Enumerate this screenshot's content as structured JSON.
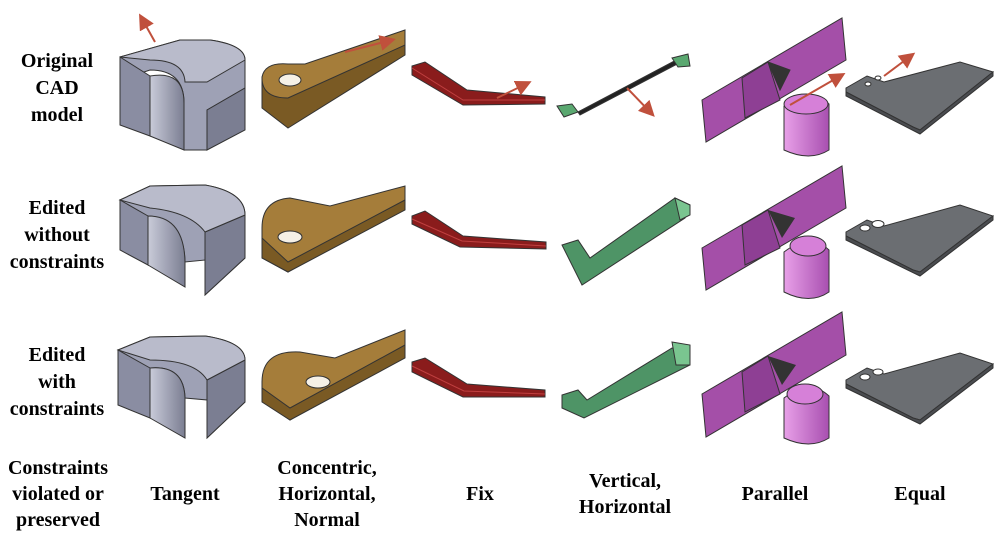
{
  "rows": [
    {
      "label_lines": [
        "Original",
        "CAD",
        "model"
      ]
    },
    {
      "label_lines": [
        "Edited",
        "without",
        "constraints"
      ]
    },
    {
      "label_lines": [
        "Edited",
        "with",
        "constraints"
      ]
    }
  ],
  "constraints_header_lines": [
    "Constraints",
    "violated or",
    "preserved"
  ],
  "columns": [
    {
      "label_lines": [
        "Tangent"
      ],
      "color": "#8c8fa3"
    },
    {
      "label_lines": [
        "Concentric,",
        "Horizontal,",
        "Normal"
      ],
      "color": "#8f6a2c"
    },
    {
      "label_lines": [
        "Fix"
      ],
      "color": "#8a1c1c"
    },
    {
      "label_lines": [
        "Vertical,",
        "Horizontal"
      ],
      "color": "#3f8a5a"
    },
    {
      "label_lines": [
        "Parallel"
      ],
      "color": "#a44fa8"
    },
    {
      "label_lines": [
        "Equal"
      ],
      "color": "#6b6e72"
    }
  ],
  "arrow_color": "#c0503c"
}
